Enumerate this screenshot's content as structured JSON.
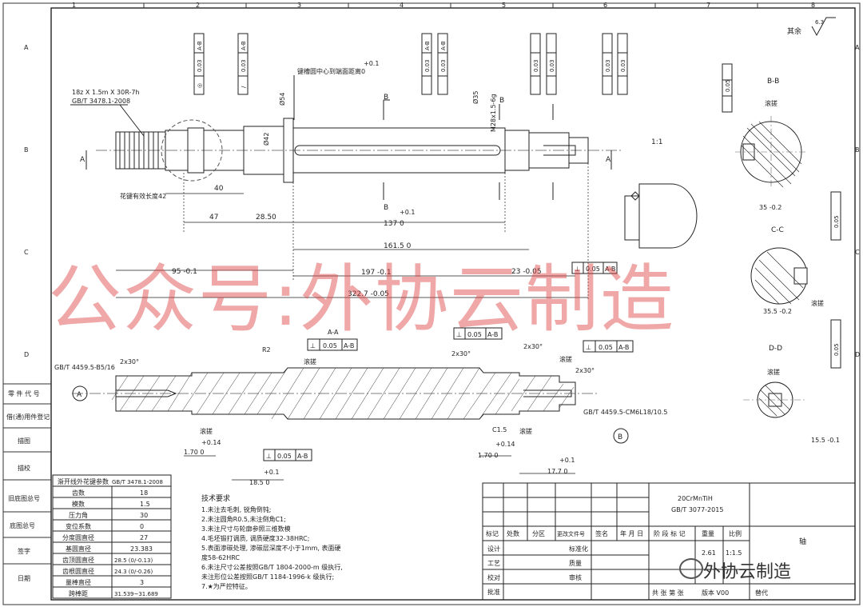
{
  "sheet": {
    "col_marks": [
      "1",
      "2",
      "3",
      "4",
      "5",
      "6",
      "7",
      "8"
    ],
    "row_marks": [
      "A",
      "B",
      "C",
      "D"
    ],
    "surface_note": "其余",
    "roughness_general": "6.3"
  },
  "left_block": {
    "rows": [
      "零 件 代 号",
      "借(通)用件登记",
      "描图",
      "描校",
      "旧底图总号",
      "底图总号",
      "签字",
      "日期"
    ]
  },
  "spline_table": {
    "title": "渐开线外花键参数",
    "std": "GB/T 3478.1-2008",
    "rows": [
      [
        "齿数",
        "18"
      ],
      [
        "模数",
        "1.5"
      ],
      [
        "压力角",
        "30"
      ],
      [
        "变位系数",
        "0"
      ],
      [
        "分度圆直径",
        "27"
      ],
      [
        "基圆直径",
        "23.383"
      ],
      [
        "齿顶圆直径",
        "28.5 (0/-0.13)"
      ],
      [
        "齿根圆直径",
        "24.3 (0/-0.26)"
      ],
      [
        "量棒直径",
        "3"
      ],
      [
        "跨棒距",
        "31.539~31.689"
      ]
    ]
  },
  "tech_req": {
    "title": "技术要求",
    "items": [
      "1.未注去毛刺, 锐角倒钝;",
      "2.未注圆角R0.5,未注倒角C1;",
      "3.未注尺寸与轮廓参照三维数模",
      "4.毛坯锻打调质, 调质硬度32-38HRC;",
      "5.表面渗碳处理, 渗碳层深度不小于1mm, 表面硬",
      "  度58-62HRC",
      "6.未注尺寸公差按照GB/T 1804-2000-m 级执行,",
      "  未注形位公差按照GB/T 1184-1996-k 级执行;",
      "7.★为严控特征。"
    ]
  },
  "title_block": {
    "material": "20CrMnTiH",
    "material_std": "GB/T 3077-2015",
    "part_name": "轴",
    "headers": [
      "标记",
      "处数",
      "分区",
      "更改文件号",
      "签名",
      "年 月 日"
    ],
    "roles": [
      "设计",
      "工艺",
      "校对",
      "批准"
    ],
    "checks": [
      "标准化",
      "质量",
      "审核"
    ],
    "stage_label": "阶 段 标 记",
    "weight_label": "重量",
    "scale_label": "比例",
    "weight": "2.61",
    "scale": "1:1.5",
    "sheets": "共 张 第 张",
    "version": "版本 V00",
    "replace": "替代"
  },
  "annotations": {
    "spline_spec": "18z X 1.5m X 30R-7h",
    "spline_std": "GB/T 3478.1-2008",
    "keyway_note": "键槽圆中心到端面距离0",
    "thread": "M28x1.5-6g",
    "spline_len": "花键有效长度42",
    "dia54": "Ø54",
    "dia42": "Ø42",
    "dia35": "Ø35",
    "center_std_a": "GB/T 4459.5-B5/16",
    "center_std_b": "GB/T 4459.5-CM6L18/10.5",
    "chamfer": "2x30°",
    "c15": "C1.5",
    "r2": "R2",
    "knurl": "滚搓",
    "section_bb": "B-B",
    "section_cc": "C-C",
    "section_dd": "D-D",
    "ratio": "1:1"
  },
  "dims": {
    "d40": "40",
    "d47": "47",
    "d2850": "28.50",
    "d137": "137  0",
    "d1615": "161.5  0",
    "d197": "197  -0.1",
    "d95": "95  -0.1",
    "d3227": "322.7  -0.05",
    "d170a": "1.70  0",
    "d185": "18.5  0",
    "d170b": "1.70  0",
    "d177": "17.7  0",
    "d355bb": "35  -0.2",
    "d355cc": "35.5  -0.2",
    "d155": "15.5  -0.1",
    "tol_p01": "+0.1",
    "tol_p014": "+0.14",
    "d23": "23  -0.05"
  },
  "gdt": {
    "g_axial": [
      "⊥",
      "0.05",
      "A-B"
    ],
    "g_runout": [
      "/",
      "0.03",
      "A-B"
    ],
    "g_conc": [
      "◎",
      "0.03",
      "A-B"
    ],
    "g_sym": [
      "=",
      "0.05",
      "A-B"
    ],
    "g_perp2": [
      "⊥",
      "0.05",
      "A-B"
    ],
    "datum_a": "A",
    "datum_b": "B",
    "sec_a": "A-A"
  },
  "watermark": {
    "main": "公众号:外协云制造",
    "corner": "外协云制造"
  }
}
